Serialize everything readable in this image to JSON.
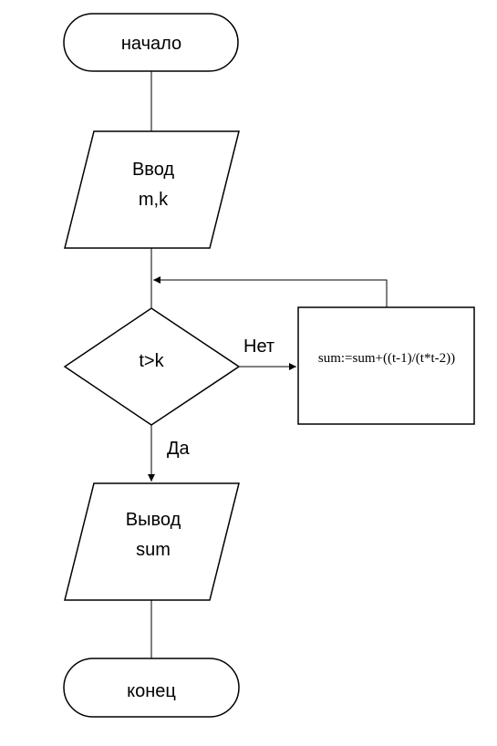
{
  "start": {
    "label": "начало"
  },
  "input": {
    "line1": "Ввод",
    "line2": "m,k"
  },
  "decision": {
    "condition": "t>k"
  },
  "process": {
    "formula": "sum:=sum+((t-1)/(t*t-2))"
  },
  "branches": {
    "no": "Нет",
    "yes": "Да"
  },
  "output": {
    "line1": "Вывод",
    "line2": "sum"
  },
  "end": {
    "label": "конец"
  }
}
